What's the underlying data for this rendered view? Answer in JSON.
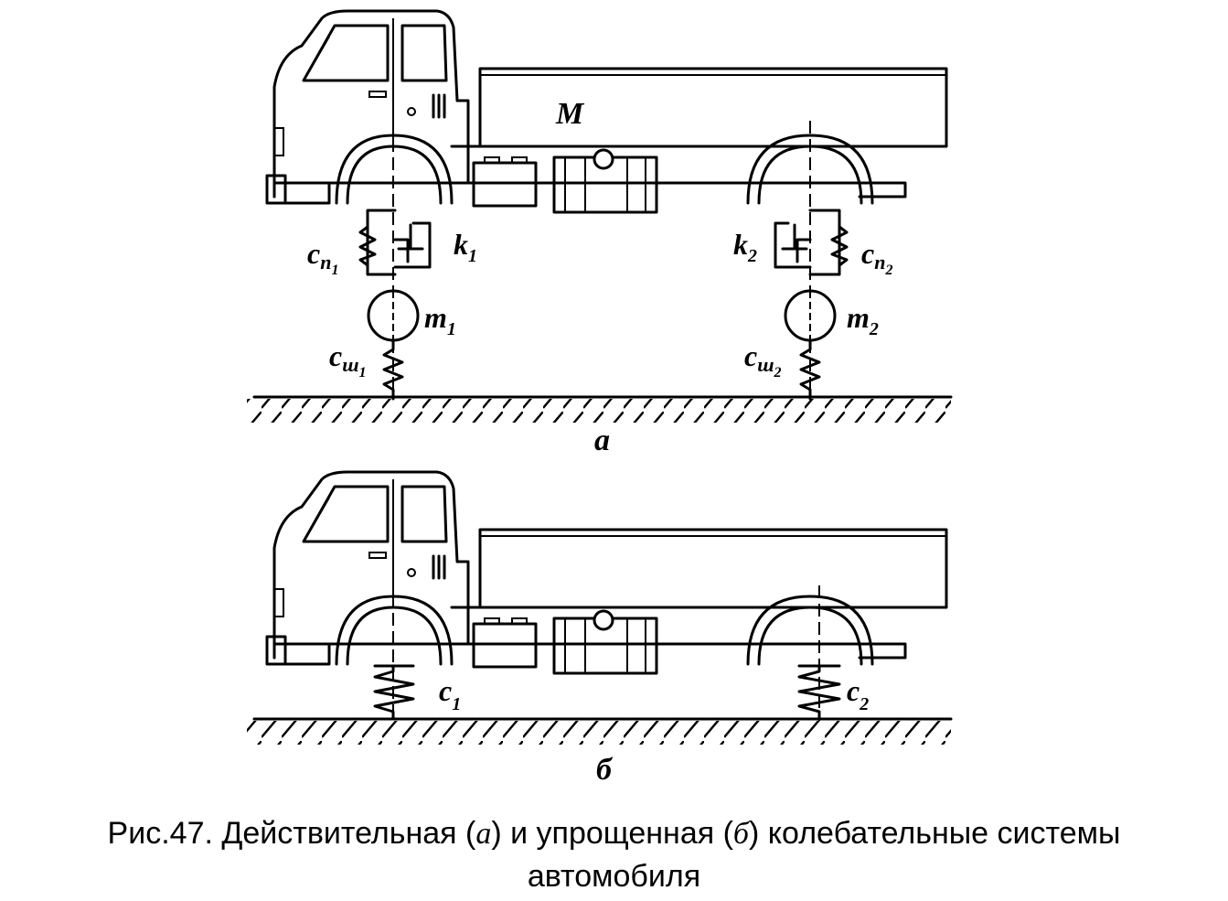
{
  "figure_a": {
    "body_mass": "M",
    "front": {
      "spring_c": "c",
      "spring_sub": "п",
      "spring_idx": "1",
      "damper_k": "k",
      "damper_idx": "1",
      "mass_m": "m",
      "mass_idx": "1",
      "tire_c": "c",
      "tire_sub": "ш",
      "tire_idx": "1"
    },
    "rear": {
      "spring_c": "c",
      "spring_sub": "п",
      "spring_idx": "2",
      "damper_k": "k",
      "damper_idx": "2",
      "mass_m": "m",
      "mass_idx": "2",
      "tire_c": "c",
      "tire_sub": "ш",
      "tire_idx": "2"
    },
    "letter": "а"
  },
  "figure_b": {
    "front_c": "c",
    "front_idx": "1",
    "rear_c": "c",
    "rear_idx": "2",
    "letter": "б"
  },
  "caption": {
    "prefix": "Рис.47. Действительная (",
    "a": "а",
    "middle": ") и упрощенная (",
    "b": "б",
    "suffix": ") колебательные системы",
    "line2": "автомобиля"
  }
}
